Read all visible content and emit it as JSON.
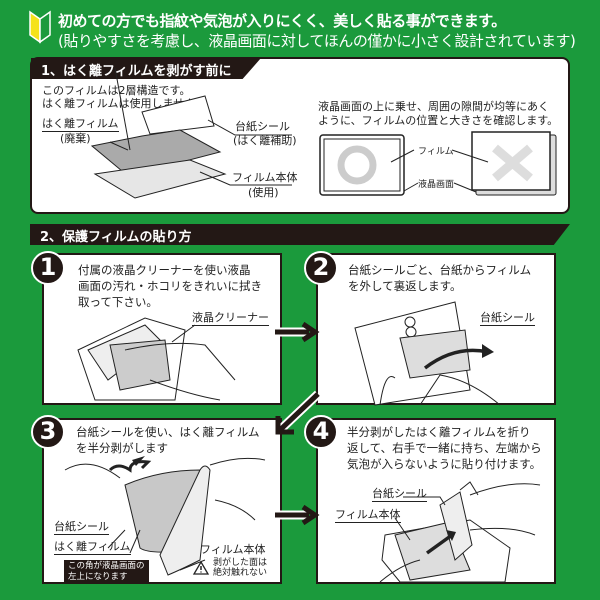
{
  "header": {
    "line1": "初めての方でも指紋や気泡が入りにくく、美しく貼る事ができます。",
    "line2": "(貼りやすさを考慮し、液晶画面に対してほんの僅かに小さく設計されています)"
  },
  "section1": {
    "title": "1、はく離フィルムを剥がす前に",
    "intro1": "このフィルムは2層構造です。",
    "intro2": "はく離フィルムは使用しません。",
    "label_release": "はく離フィルム",
    "label_release_note": "(廃棄)",
    "label_tab": "台紙シール",
    "label_tab_note": "(はく離補助)",
    "label_body": "フィルム本体",
    "label_body_note": "(使用)",
    "check1": "液晶画面の上に乗せ、周囲の隙間が均等にあく",
    "check2": "ように、フィルムの位置と大きさを確認します。",
    "label_film": "フィルム",
    "label_screen": "液晶画面"
  },
  "section2": {
    "title": "2、保護フィルムの貼り方",
    "steps": [
      {
        "num": "1",
        "lines": [
          "付属の液晶クリーナーを使い液晶",
          "画面の汚れ・ホコリをきれいに拭き",
          "取って下さい。"
        ],
        "label": "液晶クリーナー"
      },
      {
        "num": "2",
        "lines": [
          "台紙シールごと、台紙からフィルム",
          "を外して裏返します。"
        ],
        "label": "台紙シール"
      },
      {
        "num": "3",
        "lines": [
          "台紙シールを使い、はく離フィルム",
          "を半分剥がします"
        ],
        "label_tab": "台紙シール",
        "label_release": "はく離フィルム",
        "label_body": "フィルム本体",
        "note1": "この角が液晶画面の",
        "note2": "左上になります",
        "warn1": "剥がした面は",
        "warn2": "絶対触れない"
      },
      {
        "num": "4",
        "lines": [
          "半分剥がしたはく離フィルムを折り",
          "返して、右手で一緒に持ち、左端から",
          "気泡が入らないように貼り付けます。"
        ],
        "label_tab": "台紙シール",
        "label_body": "フィルム本体"
      }
    ]
  },
  "colors": {
    "background": "#1b9a3c",
    "dark": "#231815"
  }
}
